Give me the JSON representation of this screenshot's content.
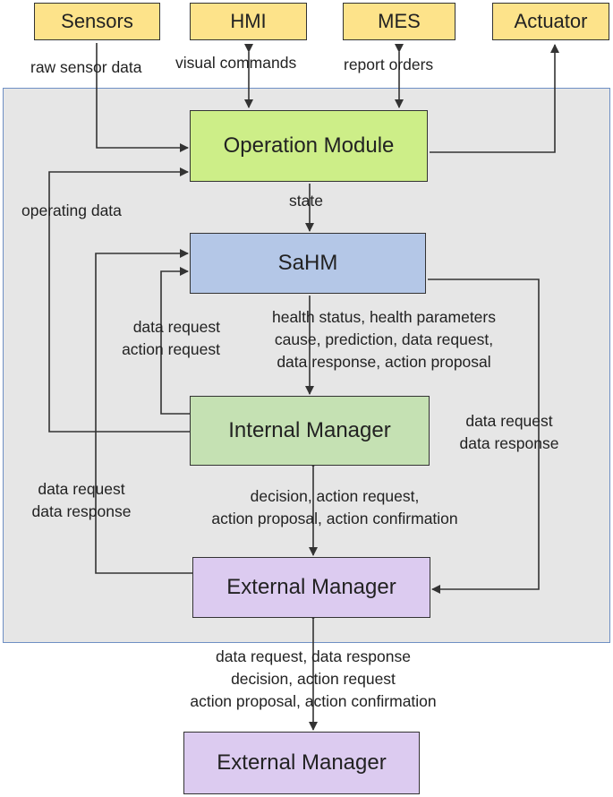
{
  "external_nodes": {
    "sensors": "Sensors",
    "hmi": "HMI",
    "mes": "MES",
    "actuator": "Actuator"
  },
  "modules": {
    "operation": "Operation Module",
    "sahm": "SaHM",
    "internal_manager": "Internal Manager",
    "external_manager": "External Manager",
    "external_manager_remote": "External Manager"
  },
  "edge_labels": {
    "raw_sensor_data": "raw sensor data",
    "visual_commands": "visual commands",
    "report_orders": "report orders",
    "state": "state",
    "operating_data": "operating data",
    "sahm_to_im": [
      "health status, health parameters",
      "cause, prediction, data request,",
      "data response, action proposal"
    ],
    "im_to_sahm": [
      "data request",
      "action request"
    ],
    "sahm_em": [
      "data request",
      "data response"
    ],
    "em_sahm_left": [
      "data request",
      "data response"
    ],
    "im_em": [
      "decision, action request,",
      "action proposal, action confirmation"
    ],
    "em_external": [
      "data request, data response",
      "decision, action request",
      "action proposal, action confirmation"
    ]
  }
}
